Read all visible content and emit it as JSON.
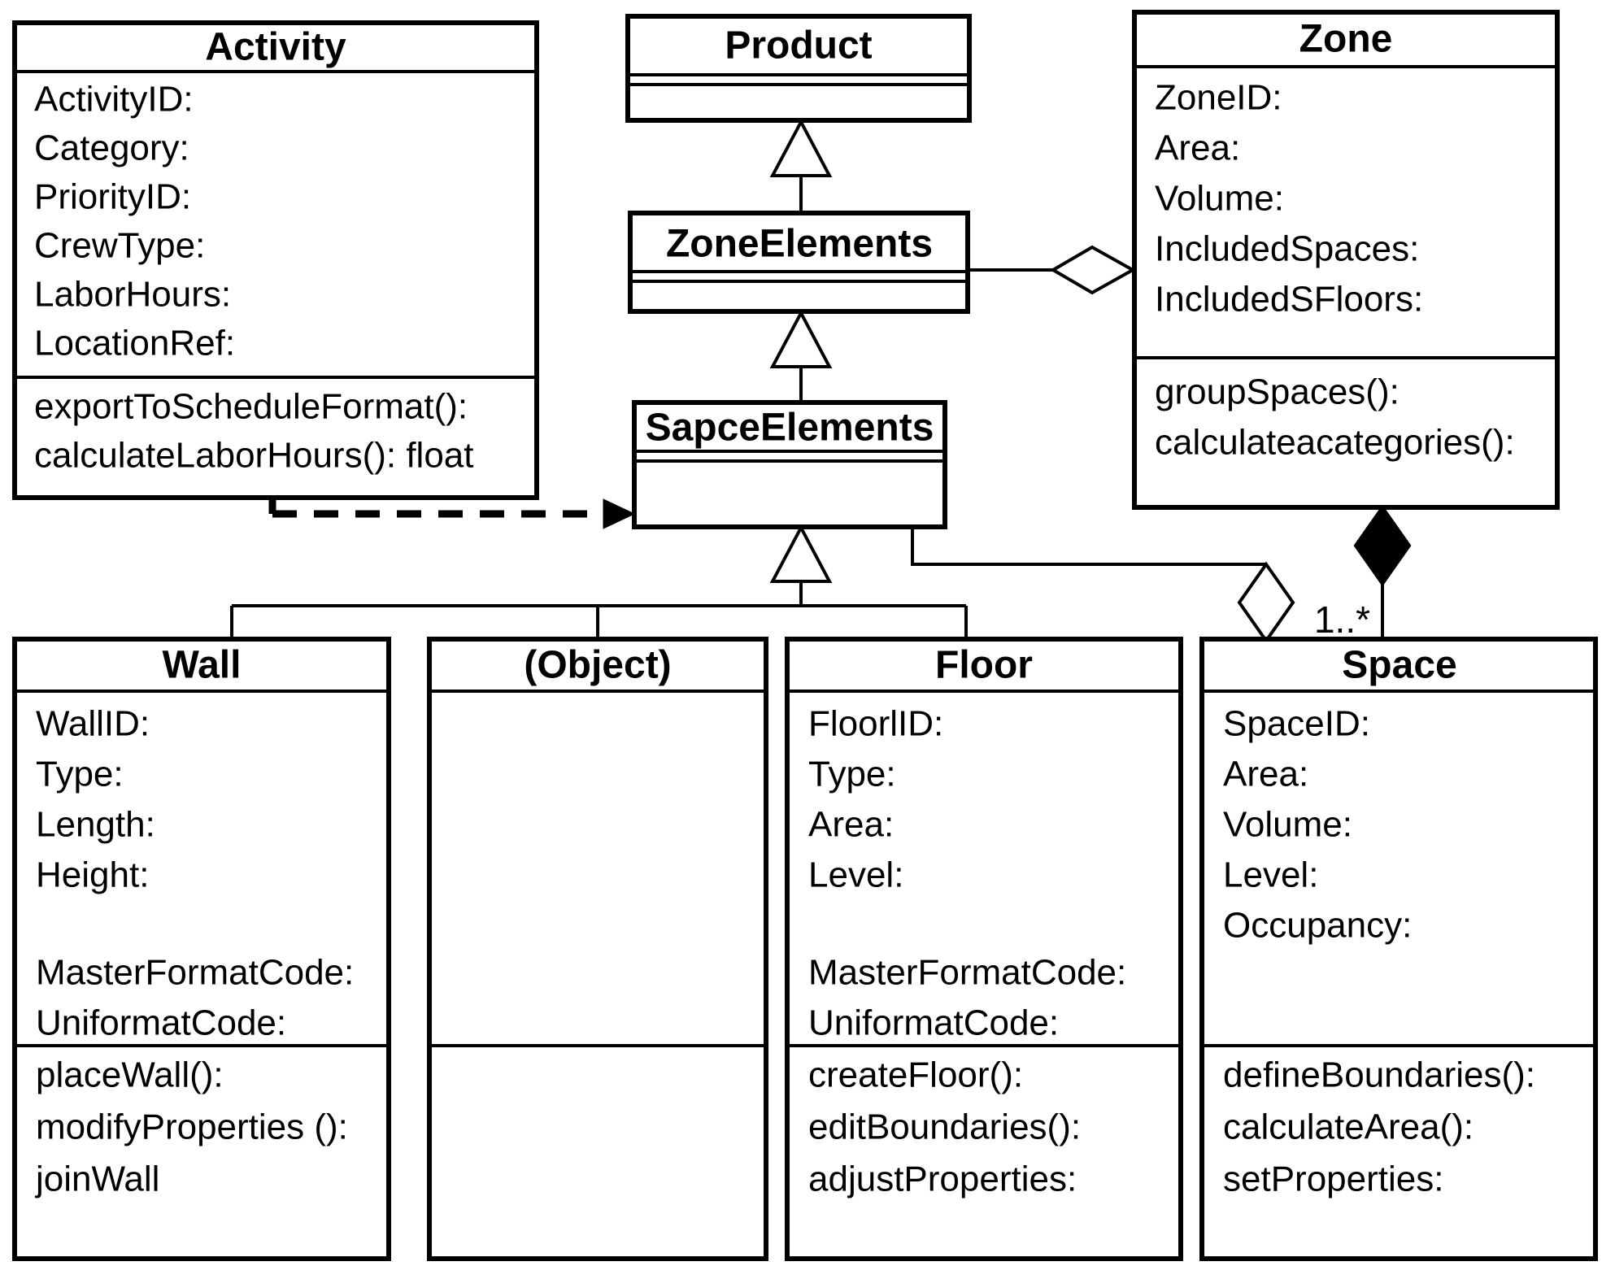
{
  "diagram": {
    "type": "uml-class-diagram",
    "colors": {
      "line": "#000000",
      "background": "#ffffff"
    },
    "classes": {
      "activity": {
        "name": "Activity",
        "attributes": [
          "ActivityID:",
          "Category:",
          "PriorityID:",
          "CrewType:",
          "LaborHours:",
          "LocationRef:"
        ],
        "methods": [
          "exportToScheduleFormat():",
          "calculateLaborHours(): float"
        ]
      },
      "product": {
        "name": "Product",
        "attributes": [],
        "methods": []
      },
      "zone": {
        "name": "Zone",
        "attributes": [
          "ZoneID:",
          "Area:",
          "Volume:",
          "IncludedSpaces:",
          "IncludedSFloors:"
        ],
        "methods": [
          "groupSpaces():",
          "calculateacategories():"
        ]
      },
      "zone_elements": {
        "name": "ZoneElements",
        "attributes": [],
        "methods": []
      },
      "sapce_elements": {
        "name": "SapceElements",
        "attributes": [],
        "methods": []
      },
      "wall": {
        "name": "Wall",
        "attributes": [
          "WallID:",
          "Type:",
          "Length:",
          "Height:",
          "MasterFormatCode:",
          "UniformatCode:"
        ],
        "methods": [
          "placeWall():",
          "modifyProperties ():",
          "joinWall"
        ]
      },
      "object": {
        "name": "(Object)",
        "attributes": [],
        "methods": []
      },
      "floor": {
        "name": "Floor",
        "attributes": [
          "FloorlID:",
          "Type:",
          "Area:",
          "Level:",
          "MasterFormatCode:",
          "UniformatCode:"
        ],
        "methods": [
          "createFloor():",
          "editBoundaries():",
          "adjustProperties:"
        ]
      },
      "space": {
        "name": "Space",
        "attributes": [
          "SpaceID:",
          "Area:",
          "Volume:",
          "Level:",
          "Occupancy:"
        ],
        "methods": [
          "defineBoundaries():",
          "calculateArea():",
          "setProperties:"
        ]
      }
    },
    "labels": {
      "space_multiplicity": "1..*"
    },
    "relationships": [
      "ZoneElements inherits Product",
      "SapceElements inherits ZoneElements",
      "Wall inherits SapceElements",
      "(Object) inherits SapceElements",
      "Floor inherits SapceElements",
      "Zone aggregates ZoneElements",
      "Space aggregates SapceElements",
      "Zone composes Space 1..*",
      "Activity depends-on SapceElements"
    ]
  }
}
